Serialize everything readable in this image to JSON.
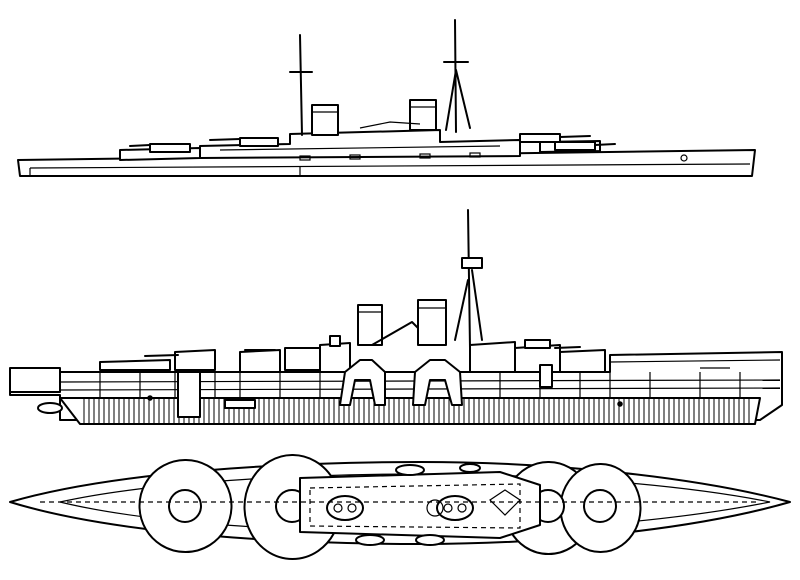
{
  "drawing": {
    "views": [
      {
        "id": "profile-small",
        "kind": "side elevation"
      },
      {
        "id": "profile-large",
        "kind": "side elevation"
      },
      {
        "id": "plan",
        "kind": "deck plan"
      }
    ],
    "colors": {
      "line": "#000000",
      "background": "#ffffff"
    }
  }
}
